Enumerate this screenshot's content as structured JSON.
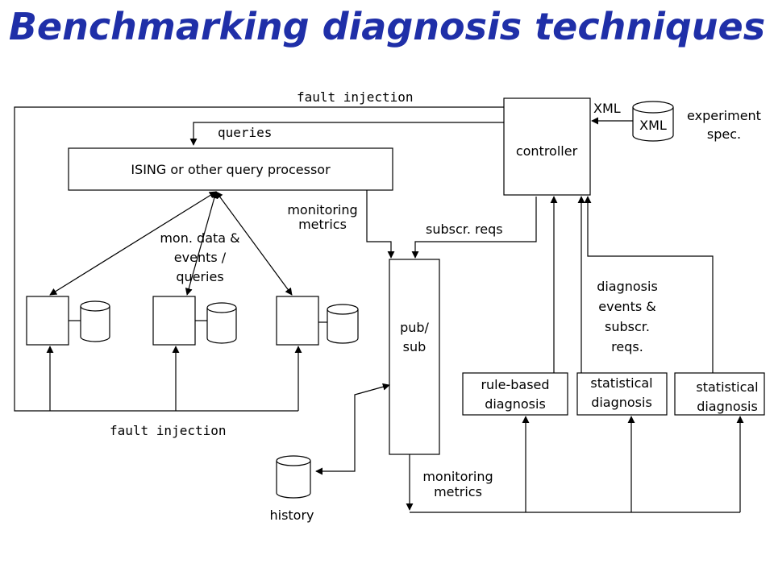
{
  "title": "Benchmarking diagnosis techniques",
  "nodes": {
    "query_processor": "ISING or other query processor",
    "controller": "controller",
    "xml_store": "XML",
    "pubsub_line1": "pub/",
    "pubsub_line2": "sub",
    "rule_based_line1": "rule-based",
    "rule_based_line2": "diagnosis",
    "stat1_line1": "statistical",
    "stat1_line2": "diagnosis",
    "stat2_line1": "statistical",
    "stat2_line2": "diagnosis",
    "history": "history"
  },
  "labels": {
    "fault_injection_top": "fault injection",
    "queries": "queries",
    "xml_arrow": "XML",
    "experiment_line1": "experiment",
    "experiment_line2": "spec.",
    "monitoring_top_line1": "monitoring",
    "monitoring_top_line2": "metrics",
    "subscr_reqs": "subscr. reqs",
    "mon_data_line1": "mon. data &",
    "mon_data_line2": "events /",
    "mon_data_line3": "queries",
    "diag_events_line1": "diagnosis",
    "diag_events_line2": "events &",
    "diag_events_line3": "subscr.",
    "diag_events_line4": "reqs.",
    "fault_injection_bottom": "fault injection",
    "monitoring_bottom_line1": "monitoring",
    "monitoring_bottom_line2": "metrics"
  }
}
